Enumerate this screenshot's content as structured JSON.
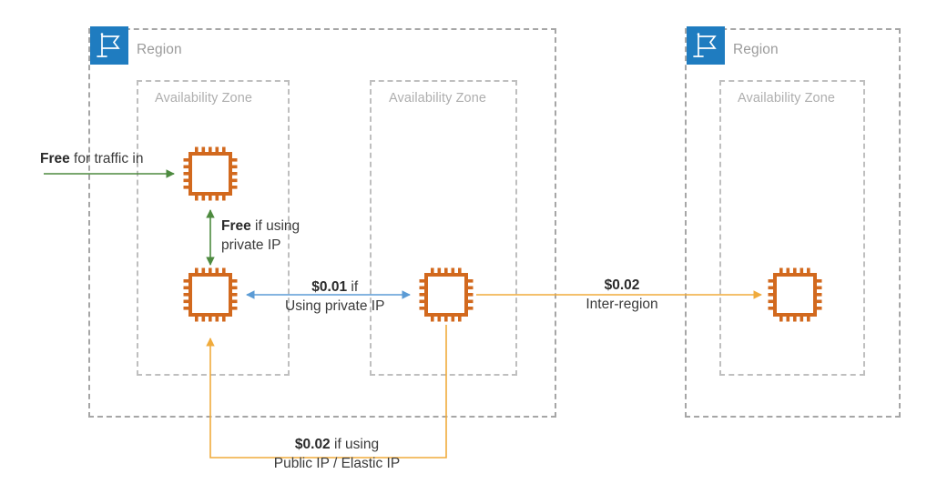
{
  "diagram": {
    "title": "AWS Data Transfer Pricing Between Regions and Availability Zones",
    "colors": {
      "region_border": "#a6a6a6",
      "az_border": "#bfbfbf",
      "region_icon_bg": "#1f7cc0",
      "cpu_orange": "#D2691E",
      "arrow_green": "#4d8a3f",
      "arrow_blue": "#5b9bd5",
      "arrow_orange": "#f0ab3c",
      "label_grey": "#a0a0a0",
      "text_dark": "#3a3a3a"
    }
  },
  "regions": [
    {
      "id": "region-left",
      "label": "Region",
      "icon": "region-flag-icon",
      "availability_zones": [
        {
          "id": "az-left-1",
          "label": "Availability Zone"
        },
        {
          "id": "az-left-2",
          "label": "Availability Zone"
        }
      ]
    },
    {
      "id": "region-right",
      "label": "Region",
      "icon": "region-flag-icon",
      "availability_zones": [
        {
          "id": "az-right-1",
          "label": "Availability Zone"
        }
      ]
    }
  ],
  "instances": [
    {
      "id": "instance-az1-top",
      "icon": "cpu-chip-icon",
      "zone": "az-left-1"
    },
    {
      "id": "instance-az1-bottom",
      "icon": "cpu-chip-icon",
      "zone": "az-left-1"
    },
    {
      "id": "instance-az2",
      "icon": "cpu-chip-icon",
      "zone": "az-left-2"
    },
    {
      "id": "instance-az-remote",
      "icon": "cpu-chip-icon",
      "zone": "az-right-1"
    }
  ],
  "edges": [
    {
      "id": "edge-inbound",
      "color": "#4d8a3f",
      "direction": "one-way",
      "price": "Free",
      "description": " for traffic in",
      "lines": [
        {
          "bold": "Free",
          "rest": " for traffic in"
        }
      ]
    },
    {
      "id": "edge-intra-az",
      "color": "#4d8a3f",
      "direction": "two-way",
      "price": "Free",
      "description": "if using private IP",
      "lines": [
        {
          "bold": "Free",
          "rest": " if using"
        },
        {
          "bold": "",
          "rest": "private IP"
        }
      ]
    },
    {
      "id": "edge-inter-az",
      "color": "#5b9bd5",
      "direction": "two-way",
      "price": "$0.01",
      "description": "Using private IP",
      "lines": [
        {
          "bold": "$0.01",
          "rest": " if"
        },
        {
          "bold": "",
          "rest": "Using private IP"
        }
      ]
    },
    {
      "id": "edge-inter-region",
      "color": "#f0ab3c",
      "direction": "one-way",
      "price": "$0.02",
      "description": "Inter-region",
      "lines": [
        {
          "bold": "$0.02",
          "rest": ""
        },
        {
          "bold": "",
          "rest": "Inter-region"
        }
      ]
    },
    {
      "id": "edge-public-ip",
      "color": "#f0ab3c",
      "direction": "one-way",
      "price": "$0.02",
      "description": "if using Public IP / Elastic IP",
      "lines": [
        {
          "bold": "$0.02",
          "rest": " if using"
        },
        {
          "bold": "",
          "rest": "Public IP / Elastic IP"
        }
      ]
    }
  ],
  "labels": {
    "inbound_bold": "Free",
    "inbound_rest": " for traffic in",
    "intra_az_bold": "Free",
    "intra_az_rest": " if using",
    "intra_az_line2": "private IP",
    "inter_az_bold": "$0.01",
    "inter_az_rest": " if",
    "inter_az_line2": "Using private IP",
    "inter_region_bold": "$0.02",
    "inter_region_line2": "Inter-region",
    "public_ip_bold": "$0.02",
    "public_ip_rest": " if using",
    "public_ip_line2": "Public IP / Elastic IP",
    "region_1": "Region",
    "region_2": "Region",
    "az_1": "Availability Zone",
    "az_2": "Availability Zone",
    "az_3": "Availability Zone"
  }
}
